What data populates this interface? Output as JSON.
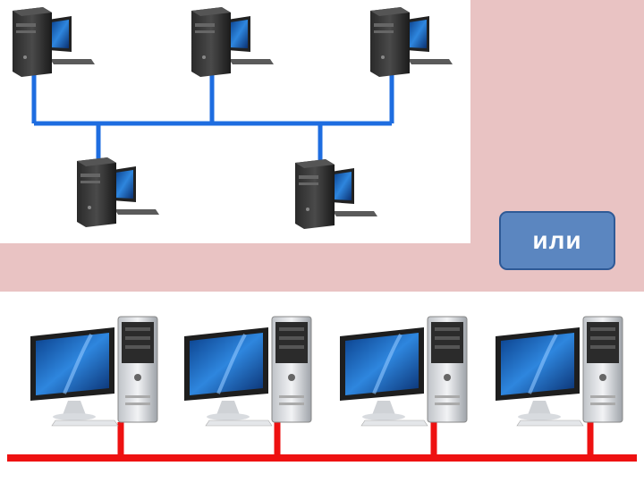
{
  "labels": {
    "or": "или"
  },
  "colors": {
    "pink_background": "#e9c3c3",
    "top_bus": "#1e6de0",
    "bottom_bus": "#ee1111",
    "badge_fill": "#5b86c0",
    "badge_border": "#2f5a96"
  },
  "diagram": {
    "top_network": {
      "topology": "tree",
      "nodes": [
        {
          "icon": "tower-pc-icon"
        },
        {
          "icon": "tower-pc-icon"
        },
        {
          "icon": "tower-pc-icon"
        },
        {
          "icon": "tower-pc-icon"
        },
        {
          "icon": "tower-pc-icon"
        }
      ]
    },
    "bottom_network": {
      "topology": "bus",
      "nodes": [
        {
          "icon": "desktop-pc-icon"
        },
        {
          "icon": "desktop-pc-icon"
        },
        {
          "icon": "desktop-pc-icon"
        },
        {
          "icon": "desktop-pc-icon"
        }
      ]
    }
  }
}
